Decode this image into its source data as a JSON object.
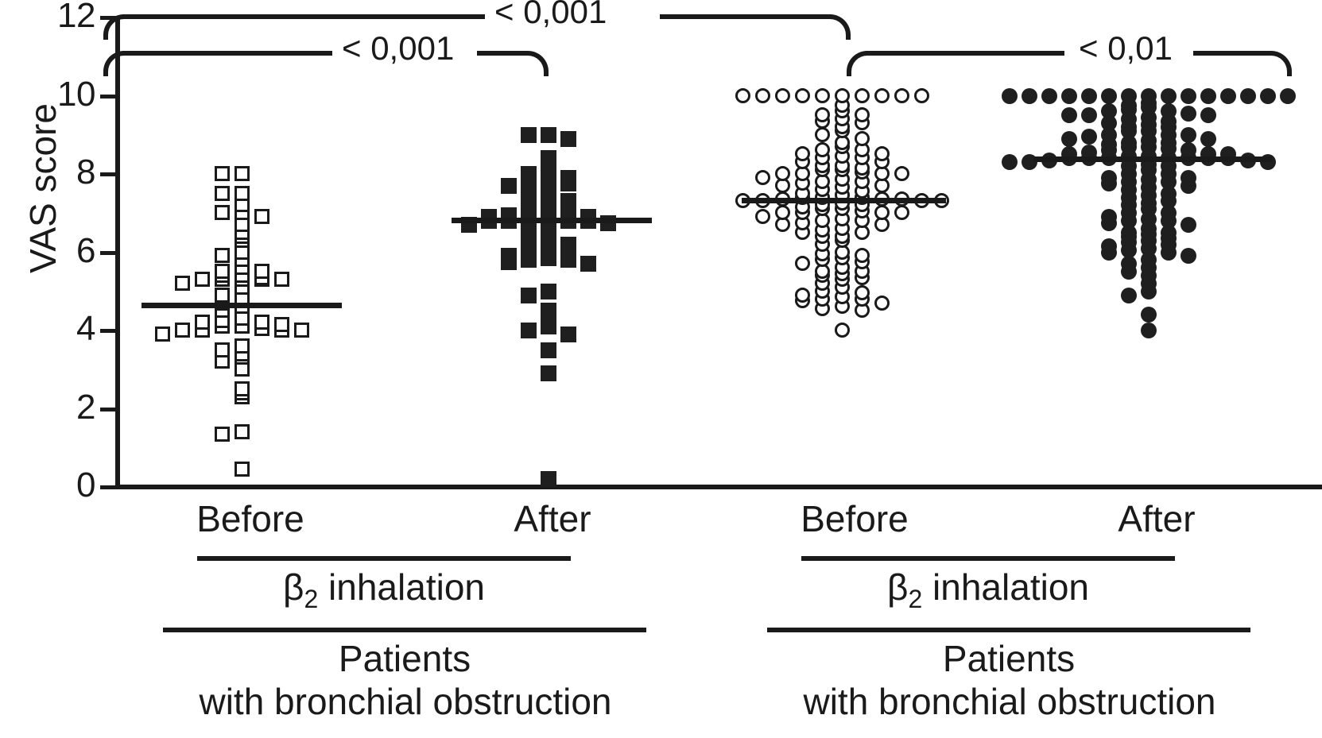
{
  "axis": {
    "y_title": "VAS score",
    "y_ticks": [
      "0",
      "2",
      "4",
      "6",
      "8",
      "10",
      "12"
    ],
    "y_min": 0,
    "y_max": 12
  },
  "annotations": [
    {
      "name": "sig-before1-vs-before2",
      "label": "< 0,001"
    },
    {
      "name": "sig-before1-vs-after1",
      "label": "< 0,001"
    },
    {
      "name": "sig-before2-vs-after2",
      "label": "< 0,01"
    }
  ],
  "group_labels": {
    "before": "Before",
    "after": "After",
    "inhalation_prefix": "β",
    "inhalation_sub": "2",
    "inhalation_suffix": " inhalation",
    "patients_line1": "Patients",
    "patients_line2": "with bronchial obstruction"
  },
  "colors": {
    "ink": "#1a1a1a",
    "marker_fill": "#1f1f1f",
    "background": "#ffffff"
  },
  "chart_data": {
    "type": "scatter",
    "title": "",
    "xlabel": "",
    "ylabel": "VAS score",
    "ylim": [
      0,
      12
    ],
    "grid": false,
    "legend": "none",
    "yticks": [
      0,
      2,
      4,
      6,
      8,
      10,
      12
    ],
    "xcategories": [
      "Before",
      "After",
      "Before",
      "After"
    ],
    "panels": [
      {
        "name": "panel-left",
        "caption": "Patients with bronchial obstruction",
        "subcaption": "β2 inhalation"
      },
      {
        "name": "panel-right",
        "caption": "Patients with bronchial obstruction",
        "subcaption": "β2 inhalation"
      }
    ],
    "series": [
      {
        "name": "Before (left panel)",
        "marker": "open-square",
        "mean": 4.65,
        "n": 58,
        "values": [
          8.0,
          8.0,
          7.5,
          7.5,
          7.2,
          7.0,
          7.0,
          6.9,
          6.7,
          6.5,
          6.4,
          6.3,
          6.0,
          5.9,
          5.8,
          5.6,
          5.5,
          5.5,
          5.4,
          5.4,
          5.35,
          5.3,
          5.3,
          5.3,
          5.3,
          5.3,
          5.2,
          5.1,
          4.9,
          4.8,
          4.7,
          4.6,
          4.5,
          4.3,
          4.25,
          4.2,
          4.2,
          4.15,
          4.1,
          4.1,
          4.05,
          4.0,
          4.0,
          4.0,
          4.0,
          3.9,
          3.6,
          3.5,
          3.4,
          3.3,
          3.2,
          3.0,
          2.5,
          2.4,
          2.3,
          1.4,
          1.35,
          0.45
        ]
      },
      {
        "name": "After (left panel)",
        "marker": "filled-square",
        "mean": 6.82,
        "n": 56,
        "values": [
          9.0,
          9.0,
          8.9,
          8.4,
          8.2,
          8.0,
          8.0,
          7.9,
          7.85,
          7.8,
          7.75,
          7.7,
          7.6,
          7.5,
          7.4,
          7.35,
          7.3,
          7.2,
          7.1,
          7.0,
          7.0,
          6.95,
          6.9,
          6.9,
          6.85,
          6.85,
          6.8,
          6.8,
          6.8,
          6.8,
          6.75,
          6.7,
          6.6,
          6.5,
          6.4,
          6.3,
          6.25,
          6.2,
          6.1,
          6.0,
          5.95,
          5.9,
          5.85,
          5.8,
          5.8,
          5.75,
          5.7,
          5.0,
          4.9,
          4.5,
          4.1,
          4.0,
          3.9,
          3.5,
          2.9,
          0.2
        ]
      },
      {
        "name": "Before (right panel)",
        "marker": "open-circle",
        "mean": 7.32,
        "n": 118,
        "values": [
          10.0,
          10.0,
          10.0,
          10.0,
          10.0,
          10.0,
          10.0,
          10.0,
          10.0,
          10.0,
          9.75,
          9.6,
          9.5,
          9.5,
          9.4,
          9.35,
          9.3,
          9.2,
          9.1,
          9.0,
          8.9,
          8.8,
          8.7,
          8.6,
          8.6,
          8.5,
          8.5,
          8.45,
          8.4,
          8.4,
          8.3,
          8.3,
          8.2,
          8.2,
          8.15,
          8.1,
          8.1,
          8.05,
          8.0,
          8.0,
          8.0,
          8.0,
          7.9,
          7.85,
          7.8,
          7.8,
          7.75,
          7.7,
          7.7,
          7.65,
          7.6,
          7.55,
          7.5,
          7.45,
          7.4,
          7.4,
          7.4,
          7.35,
          7.35,
          7.35,
          7.3,
          7.3,
          7.3,
          7.3,
          7.25,
          7.2,
          7.2,
          7.15,
          7.1,
          7.1,
          7.05,
          7.0,
          7.0,
          7.0,
          7.0,
          6.9,
          6.85,
          6.8,
          6.8,
          6.75,
          6.7,
          6.7,
          6.6,
          6.55,
          6.5,
          6.5,
          6.4,
          6.4,
          6.3,
          6.2,
          6.0,
          5.95,
          5.9,
          5.85,
          5.8,
          5.75,
          5.7,
          5.6,
          5.5,
          5.5,
          5.45,
          5.4,
          5.35,
          5.3,
          5.2,
          5.1,
          5.0,
          4.95,
          4.9,
          4.85,
          4.8,
          4.8,
          4.75,
          4.7,
          4.6,
          4.55,
          4.5,
          4.0
        ]
      },
      {
        "name": "After (right panel)",
        "marker": "filled-circle",
        "mean": 8.38,
        "n": 120,
        "values": [
          10.0,
          10.0,
          10.0,
          10.0,
          10.0,
          10.0,
          10.0,
          10.0,
          10.0,
          10.0,
          10.0,
          10.0,
          10.0,
          10.0,
          10.0,
          9.8,
          9.75,
          9.7,
          9.65,
          9.6,
          9.6,
          9.55,
          9.5,
          9.5,
          9.5,
          9.45,
          9.4,
          9.35,
          9.3,
          9.25,
          9.2,
          9.2,
          9.1,
          9.1,
          9.0,
          9.0,
          9.0,
          8.95,
          8.9,
          8.9,
          8.85,
          8.8,
          8.8,
          8.75,
          8.7,
          8.7,
          8.65,
          8.6,
          8.6,
          8.55,
          8.5,
          8.5,
          8.5,
          8.45,
          8.45,
          8.4,
          8.4,
          8.4,
          8.4,
          8.4,
          8.4,
          8.4,
          8.35,
          8.35,
          8.3,
          8.3,
          8.3,
          8.25,
          8.2,
          8.2,
          8.1,
          8.0,
          8.0,
          7.9,
          7.9,
          7.85,
          7.8,
          7.8,
          7.75,
          7.7,
          7.65,
          7.6,
          7.5,
          7.45,
          7.4,
          7.3,
          7.25,
          7.2,
          7.1,
          7.0,
          7.0,
          6.9,
          6.85,
          6.8,
          6.8,
          6.75,
          6.7,
          6.6,
          6.5,
          6.5,
          6.45,
          6.4,
          6.35,
          6.3,
          6.25,
          6.2,
          6.15,
          6.1,
          6.05,
          6.0,
          6.0,
          5.9,
          5.8,
          5.7,
          5.6,
          5.5,
          5.4,
          5.2,
          5.0,
          4.9,
          4.4,
          4.0
        ]
      }
    ]
  }
}
